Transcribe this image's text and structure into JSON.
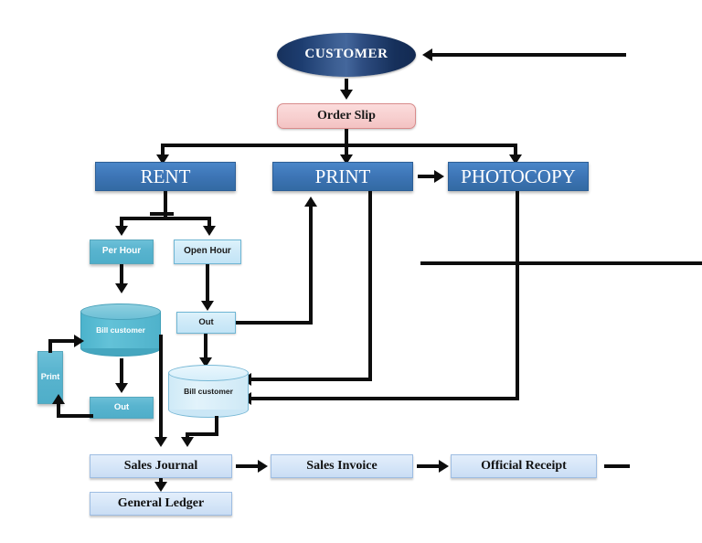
{
  "diagram": {
    "title": "Order / Billing Process Flowchart",
    "colors": {
      "process_blue": "#3d75b6",
      "customer_navy": "#1d3d70",
      "order_slip_pink": "#f7cfcf",
      "teal": "#59b4cf",
      "pale_blue": "#cfeaf8",
      "ledger_blue": "#d6e6f8",
      "connector_black": "#0d0d0d"
    },
    "nodes": {
      "customer": "CUSTOMER",
      "order_slip": "Order Slip",
      "rent": "RENT",
      "print": "PRINT",
      "photocopy": "PHOTOCOPY",
      "per_hour": "Per Hour",
      "open_hour": "Open Hour",
      "bill_customer_left": "Bill customer",
      "bill_customer_right": "Bill customer",
      "out_left": "Out",
      "out_right": "Out",
      "print_small": "Print",
      "sales_journal": "Sales Journal",
      "general_ledger": "General Ledger",
      "sales_invoice": "Sales Invoice",
      "official_receipt": "Official Receipt"
    }
  }
}
